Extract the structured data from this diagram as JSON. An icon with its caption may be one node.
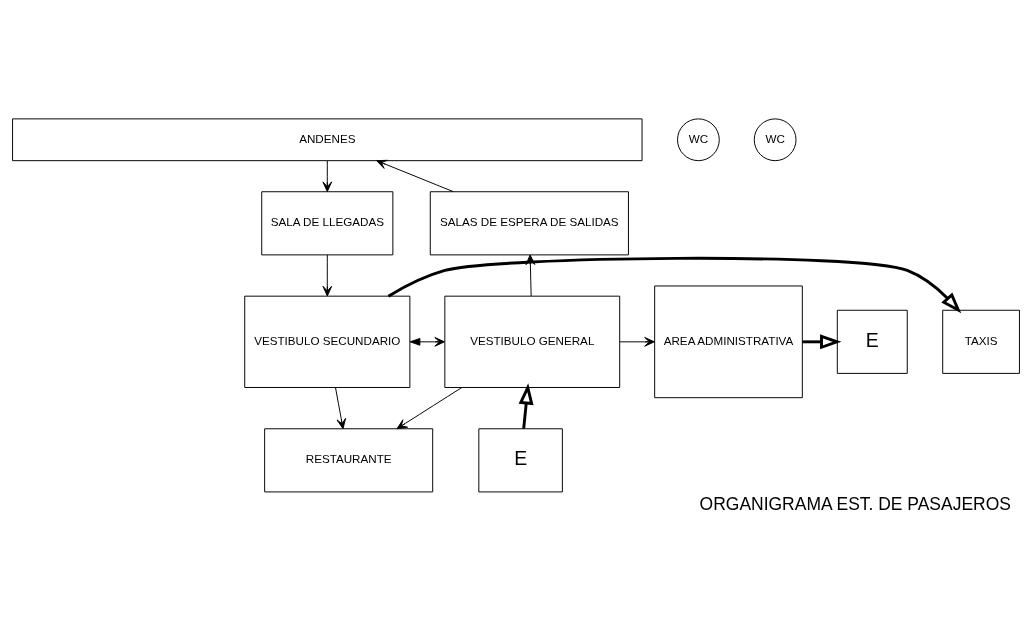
{
  "diagram": {
    "title": "ORGANIGRAMA EST. DE PASAJEROS",
    "nodes": [
      {
        "text": [
          "ANDENES"
        ]
      },
      {
        "text": [
          "SALA DE LLEGADAS"
        ]
      },
      {
        "text": [
          "SALAS DE ESPERA DE SALIDAS"
        ]
      },
      {
        "text": [
          "WC"
        ]
      },
      {
        "text": [
          "TAXIS"
        ]
      },
      {
        "text": [
          "VESTIBULO SECUNDARIO"
        ]
      },
      {
        "text": [
          "VESTIBULO GENERAL"
        ]
      },
      {
        "text": [
          "AREA ADMINISTRATIVA"
        ]
      },
      {
        "text": [
          "E"
        ]
      },
      {
        "text": [
          "WC"
        ]
      },
      {
        "text": [
          "RESTAURANTE"
        ]
      },
      {
        "text": [
          "E"
        ]
      }
    ],
    "edges": [
      {
        "from": 0,
        "to": 1,
        "arrow": "to"
      },
      {
        "from": 2,
        "to": 0,
        "arrow": "to"
      },
      {
        "from": 6,
        "to": 2,
        "arrow": "to"
      },
      {
        "from": 1,
        "to": 5,
        "arrow": "to"
      },
      {
        "from": 5,
        "to": 6,
        "arrow": "both"
      },
      {
        "from": 5,
        "to": 4,
        "arrow": "to",
        "style": "thick"
      },
      {
        "from": 6,
        "to": 7,
        "arrow": "to"
      },
      {
        "from": 7,
        "to": 8,
        "arrow": "to",
        "style": "thick"
      },
      {
        "from": 5,
        "to": 10,
        "arrow": "to"
      },
      {
        "from": 6,
        "to": 10,
        "arrow": "to"
      },
      {
        "from": 11,
        "to": 6,
        "arrow": "to",
        "style": "thick"
      }
    ]
  }
}
